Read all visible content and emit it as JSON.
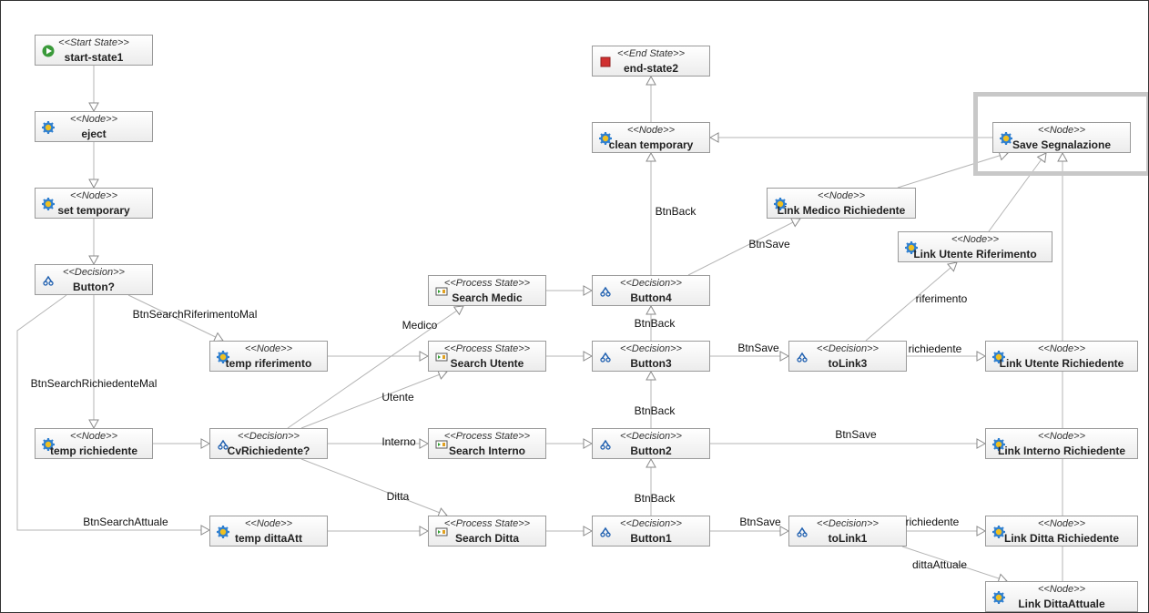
{
  "nodes": [
    {
      "id": "start-state1",
      "stereotype": "<<Start State>>",
      "name": "start-state1",
      "icon": "start-icon"
    },
    {
      "id": "eject",
      "stereotype": "<<Node>>",
      "name": "eject",
      "icon": "gear-icon"
    },
    {
      "id": "set-temporary",
      "stereotype": "<<Node>>",
      "name": "set temporary",
      "icon": "gear-icon"
    },
    {
      "id": "button-q",
      "stereotype": "<<Decision>>",
      "name": "Button?",
      "icon": "decision-icon"
    },
    {
      "id": "temp-riferimento",
      "stereotype": "<<Node>>",
      "name": "temp riferimento",
      "icon": "gear-icon"
    },
    {
      "id": "temp-richiedente",
      "stereotype": "<<Node>>",
      "name": "temp richiedente",
      "icon": "gear-icon"
    },
    {
      "id": "cvrichiedente",
      "stereotype": "<<Decision>>",
      "name": "CvRichiedente?",
      "icon": "decision-icon"
    },
    {
      "id": "temp-dittaatt",
      "stereotype": "<<Node>>",
      "name": "temp dittaAtt",
      "icon": "gear-icon"
    },
    {
      "id": "search-medic",
      "stereotype": "<<Process State>>",
      "name": "Search Medic",
      "icon": "process-icon"
    },
    {
      "id": "search-utente",
      "stereotype": "<<Process State>>",
      "name": "Search Utente",
      "icon": "process-icon"
    },
    {
      "id": "search-interno",
      "stereotype": "<<Process State>>",
      "name": "Search Interno",
      "icon": "process-icon"
    },
    {
      "id": "search-ditta",
      "stereotype": "<<Process State>>",
      "name": "Search Ditta",
      "icon": "process-icon"
    },
    {
      "id": "end-state2",
      "stereotype": "<<End State>>",
      "name": "end-state2",
      "icon": "end-icon"
    },
    {
      "id": "clean-temporary",
      "stereotype": "<<Node>>",
      "name": "clean temporary",
      "icon": "gear-icon"
    },
    {
      "id": "button4",
      "stereotype": "<<Decision>>",
      "name": "Button4",
      "icon": "decision-icon"
    },
    {
      "id": "button3",
      "stereotype": "<<Decision>>",
      "name": "Button3",
      "icon": "decision-icon"
    },
    {
      "id": "button2",
      "stereotype": "<<Decision>>",
      "name": "Button2",
      "icon": "decision-icon"
    },
    {
      "id": "button1",
      "stereotype": "<<Decision>>",
      "name": "Button1",
      "icon": "decision-icon"
    },
    {
      "id": "link-medico-richiedente",
      "stereotype": "<<Node>>",
      "name": "Link Medico Richiedente",
      "icon": "gear-icon"
    },
    {
      "id": "tolink3",
      "stereotype": "<<Decision>>",
      "name": "toLink3",
      "icon": "decision-icon"
    },
    {
      "id": "tolink1",
      "stereotype": "<<Decision>>",
      "name": "toLink1",
      "icon": "decision-icon"
    },
    {
      "id": "save-segnalazione",
      "stereotype": "<<Node>>",
      "name": "Save Segnalazione",
      "icon": "gear-icon"
    },
    {
      "id": "link-utente-riferimento",
      "stereotype": "<<Node>>",
      "name": "Link Utente Riferimento",
      "icon": "gear-icon"
    },
    {
      "id": "link-utente-richiedente",
      "stereotype": "<<Node>>",
      "name": "Link Utente Richiedente",
      "icon": "gear-icon"
    },
    {
      "id": "link-interno-richiedente",
      "stereotype": "<<Node>>",
      "name": "Link Interno Richiedente",
      "icon": "gear-icon"
    },
    {
      "id": "link-ditta-richiedente",
      "stereotype": "<<Node>>",
      "name": "Link Ditta Richiedente",
      "icon": "gear-icon"
    },
    {
      "id": "link-dittaattuale",
      "stereotype": "<<Node>>",
      "name": "Link DittaAttuale",
      "icon": "gear-icon"
    }
  ],
  "edges": [
    {
      "id": "e1",
      "from": "start-state1",
      "to": "eject",
      "label": ""
    },
    {
      "id": "e2",
      "from": "eject",
      "to": "set-temporary",
      "label": ""
    },
    {
      "id": "e3",
      "from": "set-temporary",
      "to": "button-q",
      "label": ""
    },
    {
      "id": "e4",
      "from": "button-q",
      "to": "temp-riferimento",
      "label": "BtnSearchRiferimentoMal"
    },
    {
      "id": "e5",
      "from": "button-q",
      "to": "temp-richiedente",
      "label": "BtnSearchRichiedenteMal"
    },
    {
      "id": "e6",
      "from": "button-q",
      "to": "temp-dittaatt",
      "label": "BtnSearchAttuale"
    },
    {
      "id": "e7",
      "from": "temp-riferimento",
      "to": "search-utente",
      "label": ""
    },
    {
      "id": "e8",
      "from": "temp-richiedente",
      "to": "cvrichiedente",
      "label": ""
    },
    {
      "id": "e9",
      "from": "temp-dittaatt",
      "to": "search-ditta",
      "label": ""
    },
    {
      "id": "e10",
      "from": "cvrichiedente",
      "to": "search-medic",
      "label": "Medico"
    },
    {
      "id": "e11",
      "from": "cvrichiedente",
      "to": "search-utente",
      "label": "Utente"
    },
    {
      "id": "e12",
      "from": "cvrichiedente",
      "to": "search-interno",
      "label": "Interno"
    },
    {
      "id": "e13",
      "from": "cvrichiedente",
      "to": "search-ditta",
      "label": "Ditta"
    },
    {
      "id": "e14",
      "from": "search-medic",
      "to": "button4",
      "label": ""
    },
    {
      "id": "e15",
      "from": "search-utente",
      "to": "button3",
      "label": ""
    },
    {
      "id": "e16",
      "from": "search-interno",
      "to": "button2",
      "label": ""
    },
    {
      "id": "e17",
      "from": "search-ditta",
      "to": "button1",
      "label": ""
    },
    {
      "id": "e18",
      "from": "button4",
      "to": "link-medico-richiedente",
      "label": "BtnSave"
    },
    {
      "id": "e19",
      "from": "button4",
      "to": "clean-temporary",
      "label": "BtnBack"
    },
    {
      "id": "e20",
      "from": "button3",
      "to": "clean-temporary",
      "label": "BtnBack"
    },
    {
      "id": "e21",
      "from": "button2",
      "to": "clean-temporary",
      "label": "BtnBack"
    },
    {
      "id": "e22",
      "from": "button1",
      "to": "clean-temporary",
      "label": "BtnBack"
    },
    {
      "id": "e23",
      "from": "button3",
      "to": "tolink3",
      "label": "BtnSave"
    },
    {
      "id": "e24",
      "from": "button2",
      "to": "link-interno-richiedente",
      "label": "BtnSave"
    },
    {
      "id": "e25",
      "from": "button1",
      "to": "tolink1",
      "label": "BtnSave"
    },
    {
      "id": "e26",
      "from": "tolink3",
      "to": "link-utente-riferimento",
      "label": "riferimento"
    },
    {
      "id": "e27",
      "from": "tolink3",
      "to": "link-utente-richiedente",
      "label": "richiedente"
    },
    {
      "id": "e28",
      "from": "tolink1",
      "to": "link-ditta-richiedente",
      "label": "richiedente"
    },
    {
      "id": "e29",
      "from": "tolink1",
      "to": "link-dittaattuale",
      "label": "dittaAttuale"
    },
    {
      "id": "e30",
      "from": "link-medico-richiedente",
      "to": "save-segnalazione",
      "label": ""
    },
    {
      "id": "e31",
      "from": "link-utente-riferimento",
      "to": "save-segnalazione",
      "label": ""
    },
    {
      "id": "e32",
      "from": "link-dittaattuale",
      "to": "save-segnalazione",
      "label": ""
    },
    {
      "id": "e33",
      "from": "save-segnalazione",
      "to": "clean-temporary",
      "label": ""
    },
    {
      "id": "e34",
      "from": "clean-temporary",
      "to": "end-state2",
      "label": ""
    }
  ],
  "selected_node": "save-segnalazione",
  "colors": {
    "border": "#9a9a9a",
    "edge": "#b4b4b4",
    "start": "#3a9a3a",
    "end": "#d03030",
    "gear": "#2e7fd0",
    "gear_center": "#f0c020"
  }
}
